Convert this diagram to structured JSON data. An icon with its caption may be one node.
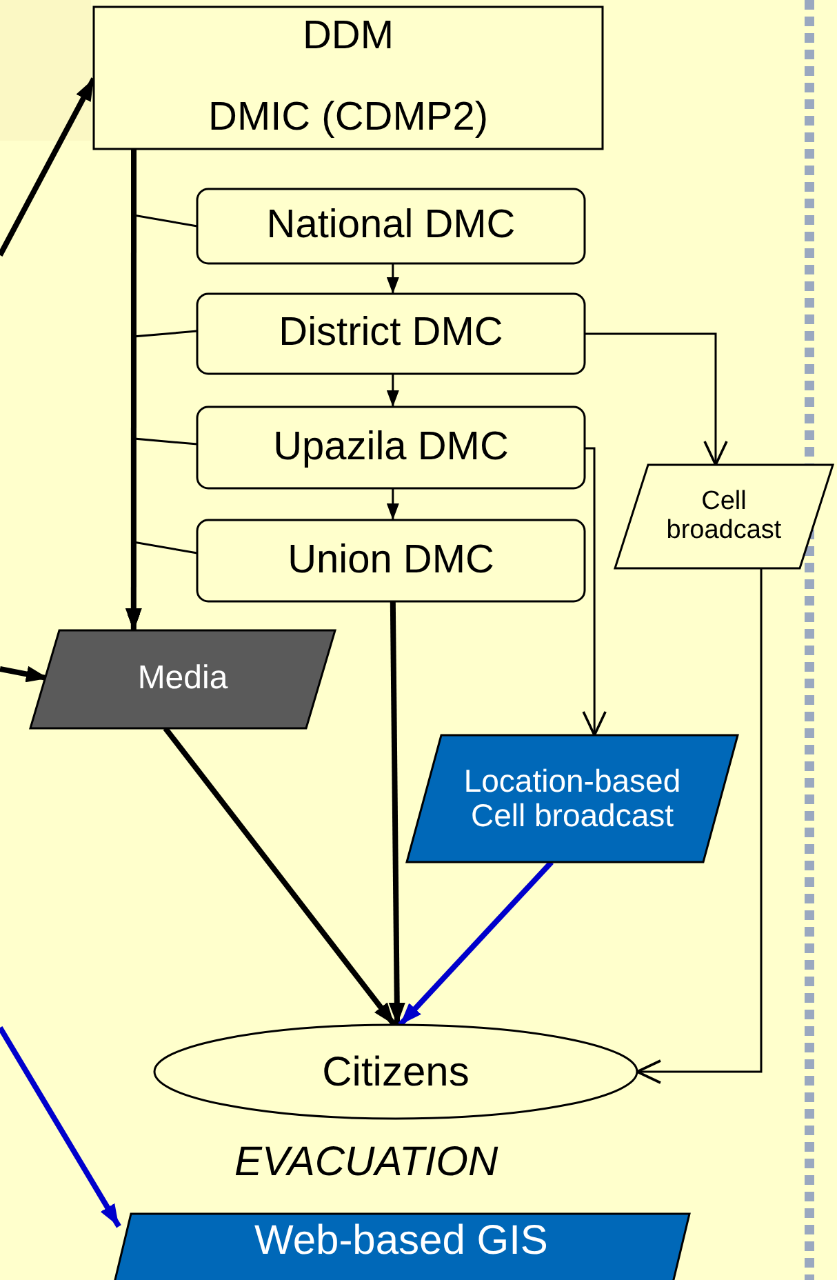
{
  "diagram": {
    "nodes": [
      {
        "text": [
          "DDM",
          "DMIC (CDMP2)"
        ]
      },
      {
        "text": [
          "National DMC"
        ]
      },
      {
        "text": [
          "District DMC"
        ]
      },
      {
        "text": [
          "Upazila DMC"
        ]
      },
      {
        "text": [
          "Union DMC"
        ]
      },
      {
        "text": [
          "Cell broadcast"
        ]
      },
      {
        "text": [
          "Media"
        ]
      },
      {
        "text": [
          "Location-based Cell broadcast"
        ]
      },
      {
        "text": [
          "Citizens"
        ]
      },
      {
        "text": [
          "Web-based GIS"
        ]
      }
    ],
    "edges": [
      {
        "from": null,
        "to": 0,
        "arrow": "to",
        "style": "thick"
      },
      {
        "from": 0,
        "to": 6,
        "arrow": "to",
        "style": "thick"
      },
      {
        "from": 1,
        "to": 6,
        "arrow": "to"
      },
      {
        "from": 2,
        "to": 6,
        "arrow": "to"
      },
      {
        "from": 3,
        "to": 6,
        "arrow": "to"
      },
      {
        "from": 4,
        "to": 6,
        "arrow": "to"
      },
      {
        "from": 1,
        "to": 2,
        "arrow": "to"
      },
      {
        "from": 2,
        "to": 3,
        "arrow": "to"
      },
      {
        "from": 3,
        "to": 4,
        "arrow": "to"
      },
      {
        "from": 2,
        "to": 5,
        "arrow": "to"
      },
      {
        "from": 3,
        "to": 7,
        "arrow": "to"
      },
      {
        "from": 5,
        "to": 8,
        "arrow": "to"
      },
      {
        "from": 6,
        "to": 8,
        "arrow": "to",
        "style": "thick"
      },
      {
        "from": 4,
        "to": 8,
        "arrow": "to",
        "style": "thick"
      },
      {
        "from": 7,
        "to": 8,
        "arrow": "to",
        "style": "thick",
        "color": "#0000cc"
      },
      {
        "from": null,
        "to": 6,
        "arrow": "to",
        "style": "thick"
      },
      {
        "from": null,
        "to": 9,
        "arrow": "to",
        "style": "thick",
        "color": "#0000cc"
      }
    ],
    "labels": [
      "EVACUATION"
    ]
  }
}
